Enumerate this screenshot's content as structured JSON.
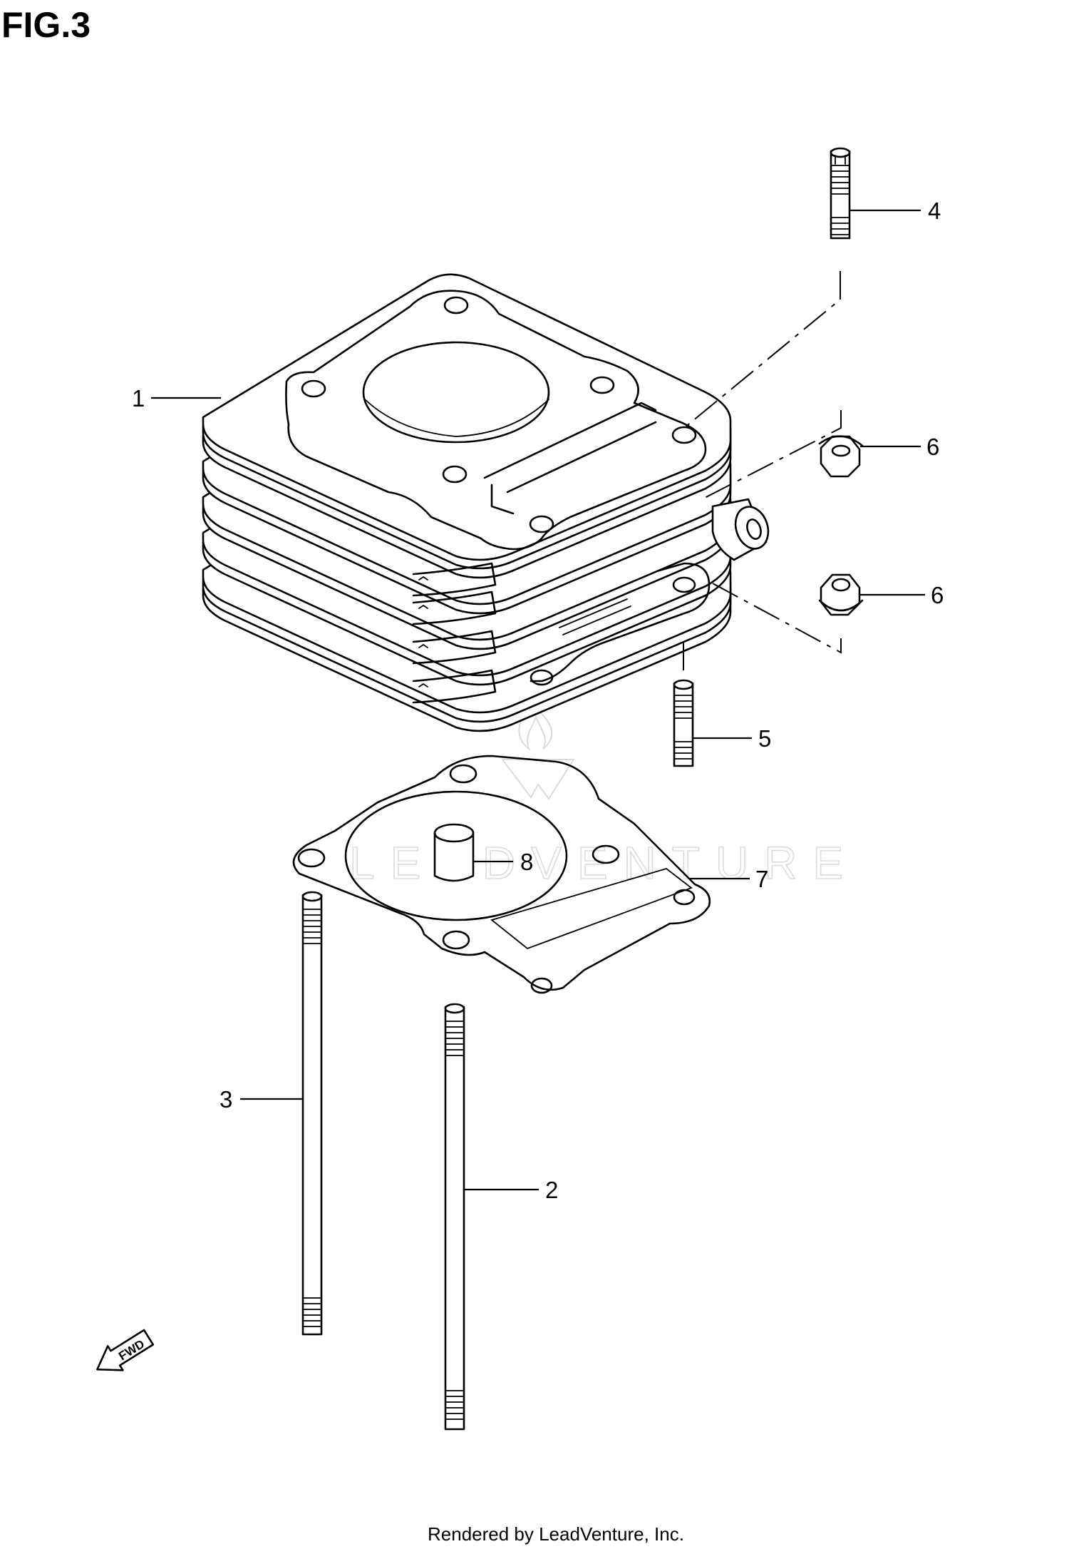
{
  "figure": {
    "title": "FIG.3",
    "footer": "Rendered by LeadVenture, Inc.",
    "watermark_text": "LEADVENTURE"
  },
  "callouts": [
    {
      "id": "1",
      "label": "1"
    },
    {
      "id": "2",
      "label": "2"
    },
    {
      "id": "3",
      "label": "3"
    },
    {
      "id": "4",
      "label": "4"
    },
    {
      "id": "5",
      "label": "5"
    },
    {
      "id": "6a",
      "label": "6"
    },
    {
      "id": "6b",
      "label": "6"
    },
    {
      "id": "7",
      "label": "7"
    },
    {
      "id": "8",
      "label": "8"
    }
  ],
  "fwd_arrow": {
    "label": "FWD"
  },
  "colors": {
    "line": "#000000",
    "background": "#ffffff",
    "watermark": "#d8d8d8"
  }
}
